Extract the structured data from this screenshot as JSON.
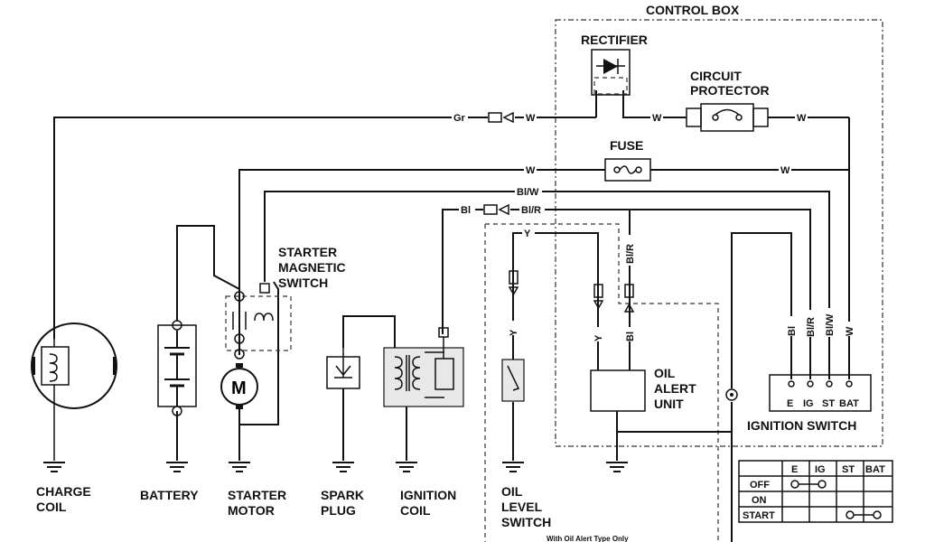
{
  "title": "CONTROL BOX",
  "components": {
    "rectifier": "RECTIFIER",
    "circuit_protector": [
      "CIRCUIT",
      "PROTECTOR"
    ],
    "fuse": "FUSE",
    "starter_magnetic_switch": [
      "STARTER",
      "MAGNETIC",
      "SWITCH"
    ],
    "oil_alert_unit": [
      "OIL",
      "ALERT",
      "UNIT"
    ],
    "ignition_switch": "IGNITION SWITCH",
    "charge_coil": [
      "CHARGE",
      "COIL"
    ],
    "battery": "BATTERY",
    "starter_motor": [
      "STARTER",
      "MOTOR"
    ],
    "motor_symbol": "M",
    "spark_plug": [
      "SPARK",
      "PLUG"
    ],
    "ignition_coil": [
      "IGNITION",
      "COIL"
    ],
    "oil_level_switch": [
      "OIL",
      "LEVEL",
      "SWITCH"
    ]
  },
  "ignition_terminals": [
    "E",
    "IG",
    "ST",
    "BAT"
  ],
  "wire_labels": {
    "gr": "Gr",
    "w": "W",
    "bl": "Bl",
    "blw": "Bl/W",
    "blr": "Bl/R",
    "y": "Y"
  },
  "switch_table": {
    "columns": [
      "E",
      "IG",
      "ST",
      "BAT"
    ],
    "rows": [
      "OFF",
      "ON",
      "START"
    ]
  },
  "footnote": "With Oil Alert Type Only"
}
